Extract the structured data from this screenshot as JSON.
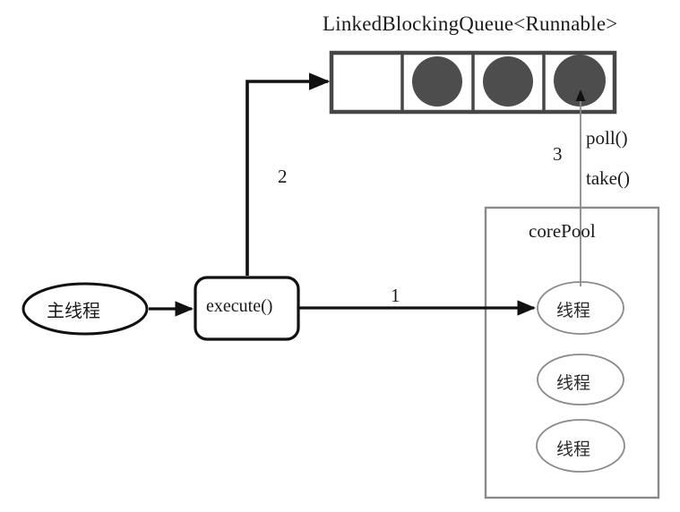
{
  "diagram": {
    "title": "LinkedBlockingQueue<Runnable>",
    "colors": {
      "stroke_dark": "#3a3a3a",
      "stroke_black": "#111111",
      "stroke_gray": "#8a8a8a",
      "task_fill": "#4d4d4d",
      "background": "#ffffff"
    },
    "queue": {
      "label": "LinkedBlockingQueue<Runnable>",
      "cells": [
        {
          "index": 0,
          "occupied": false,
          "task": ""
        },
        {
          "index": 1,
          "occupied": true,
          "task": "task"
        },
        {
          "index": 2,
          "occupied": true,
          "task": "task"
        },
        {
          "index": 3,
          "occupied": true,
          "task": "task"
        }
      ]
    },
    "main_thread": {
      "label": "主线程"
    },
    "execute_node": {
      "label": "execute()"
    },
    "core_pool": {
      "label": "corePool",
      "threads": [
        {
          "label": "线程"
        },
        {
          "label": "线程"
        },
        {
          "label": "线程"
        }
      ]
    },
    "edges": [
      {
        "id": "1",
        "label": "1",
        "from": "execute()",
        "to": "线程"
      },
      {
        "id": "2",
        "label": "2",
        "from": "execute()",
        "to": "LinkedBlockingQueue<Runnable>"
      },
      {
        "id": "3",
        "label": "3",
        "from": "线程",
        "to": "LinkedBlockingQueue<Runnable>"
      }
    ],
    "method_labels": {
      "poll": "poll()",
      "take": "take()"
    }
  }
}
